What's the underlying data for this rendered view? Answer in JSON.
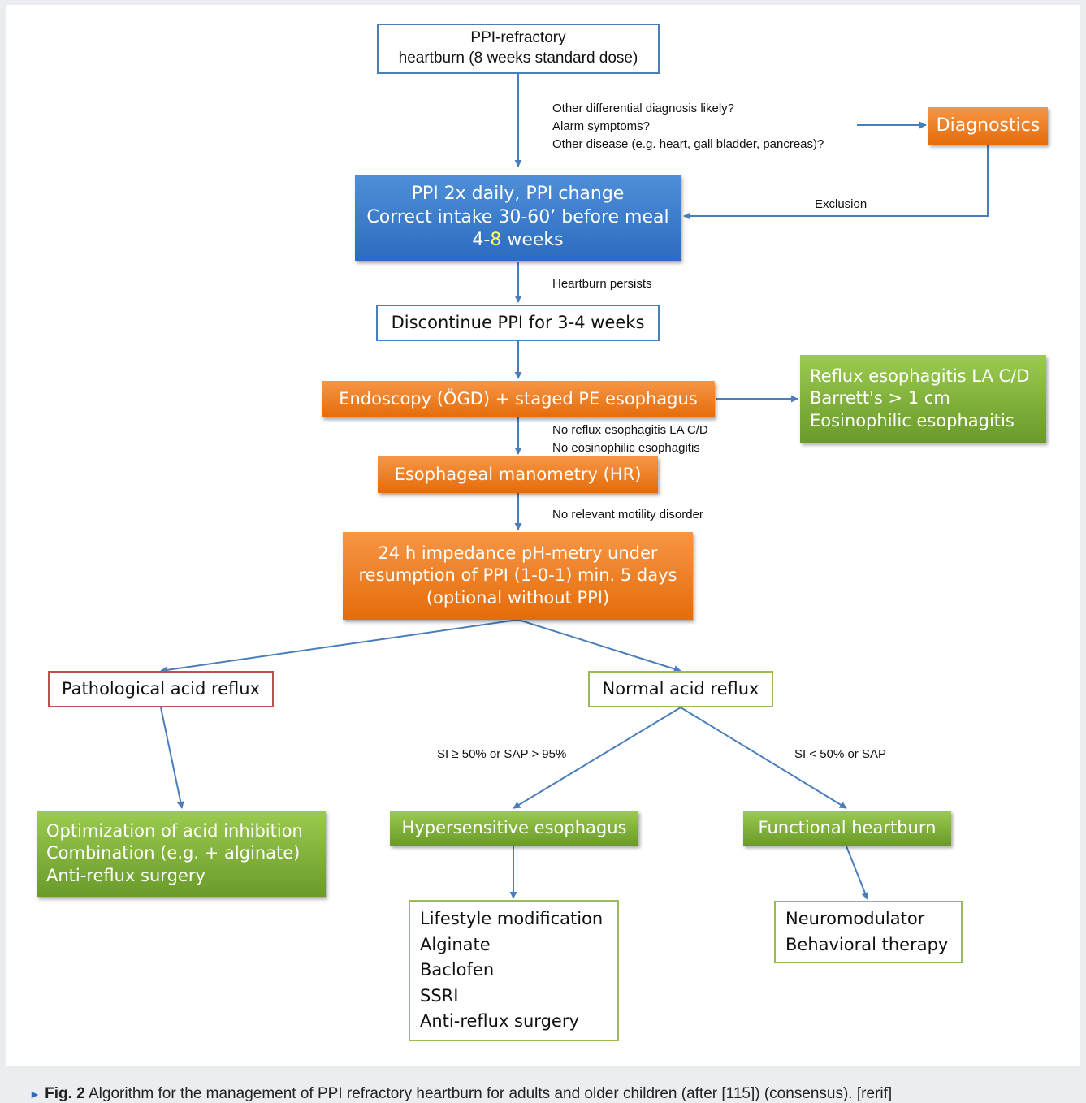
{
  "nodes": {
    "start": [
      "PPI-refractory",
      "heartburn (8 weeks standard dose)"
    ],
    "diagnostics": "Diagnostics",
    "ppi_double": {
      "line1": "PPI 2x daily, PPI change",
      "line2": "Correct intake 30-60’ before meal",
      "line3_pre": "4-",
      "line3_highlight": "8",
      "line3_post": " weeks"
    },
    "discontinue": "Discontinue PPI for 3-4 weeks",
    "endoscopy": "Endoscopy (ÖGD) + staged PE esophagus",
    "endoscopy_findings": [
      "Reflux esophagitis LA C/D",
      "Barrett's > 1 cm",
      "Eosinophilic esophagitis"
    ],
    "manometry": "Esophageal manometry (HR)",
    "impedance": [
      "24 h impedance pH-metry under",
      "resumption of PPI (1-0-1) min. 5 days",
      "(optional without PPI)"
    ],
    "pathological": "Pathological acid reflux",
    "normal": "Normal acid reflux",
    "optimization": [
      "Optimization of acid inhibition",
      "Combination (e.g. + alginate)",
      "Anti-reflux surgery"
    ],
    "hypersensitive": "Hypersensitive esophagus",
    "functional": "Functional heartburn",
    "hypersensitive_tx": [
      "Lifestyle modification",
      "Alginate",
      "Baclofen",
      "SSRI",
      "Anti-reflux surgery"
    ],
    "functional_tx": [
      "Neuromodulator",
      "Behavioral therapy"
    ]
  },
  "edge_labels": {
    "differential": [
      "Other differential diagnosis likely?",
      "Alarm symptoms?",
      "Other disease (e.g. heart, gall bladder, pancreas)?"
    ],
    "exclusion": "Exclusion",
    "persists": "Heartburn persists",
    "no_esophagitis": [
      "No reflux esophagitis LA C/D",
      "No eosinophilic esophagitis"
    ],
    "no_motility": "No relevant motility disorder",
    "si_high": "SI ≥ 50% or SAP > 95%",
    "si_low": "SI < 50% or SAP"
  },
  "caption": {
    "marker": "►",
    "label": "Fig. 2",
    "text": " Algorithm for the management of PPI refractory heartburn for adults and older children (after [115]) (consensus). [rerif]"
  },
  "colors": {
    "arrow": "#4a7ebb",
    "blue": "#2b6cc0",
    "orange": "#e46c0a",
    "green": "#6a9a2a",
    "red_outline": "#c0504d",
    "highlight": "#ffff66"
  }
}
